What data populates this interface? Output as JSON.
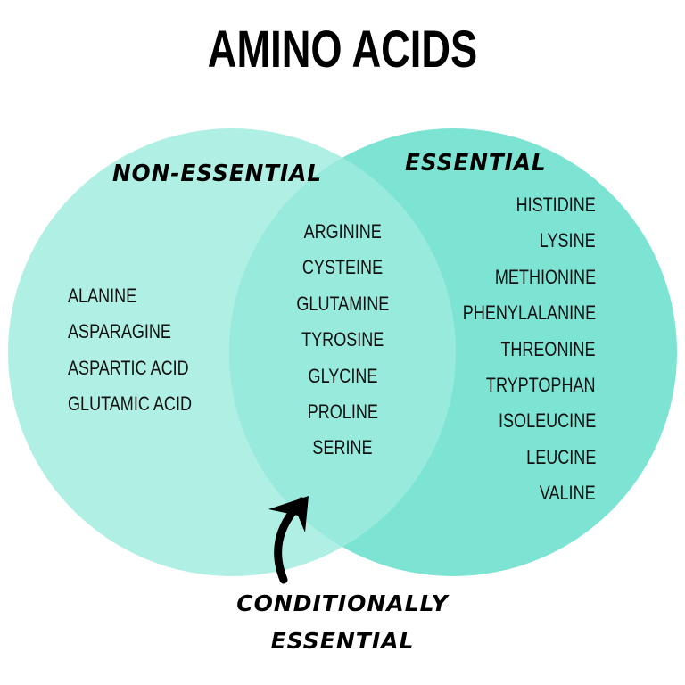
{
  "title": "AMINO ACIDS",
  "colors": {
    "non_essential_circle": "#b0efe3",
    "essential_circle": "#7de4d4",
    "overlap": "#98eadc",
    "text": "#000000",
    "background": "#ffffff"
  },
  "sets": {
    "non_essential": {
      "label": "NON-ESSENTIAL",
      "items": [
        "ALANINE",
        "ASPARAGINE",
        "ASPARTIC ACID",
        "GLUTAMIC ACID"
      ]
    },
    "conditionally_essential": {
      "label_line1": "CONDITIONALLY",
      "label_line2": "ESSENTIAL",
      "items": [
        "ARGININE",
        "CYSTEINE",
        "GLUTAMINE",
        "TYROSINE",
        "GLYCINE",
        "PROLINE",
        "SERINE"
      ]
    },
    "essential": {
      "label": "ESSENTIAL",
      "items": [
        "HISTIDINE",
        "LYSINE",
        "METHIONINE",
        "PHENYLALANINE",
        "THREONINE",
        "TRYPTOPHAN",
        "ISOLEUCINE",
        "LEUCINE",
        "VALINE"
      ]
    }
  },
  "icons": {
    "pointer": "curved-arrow-up"
  }
}
